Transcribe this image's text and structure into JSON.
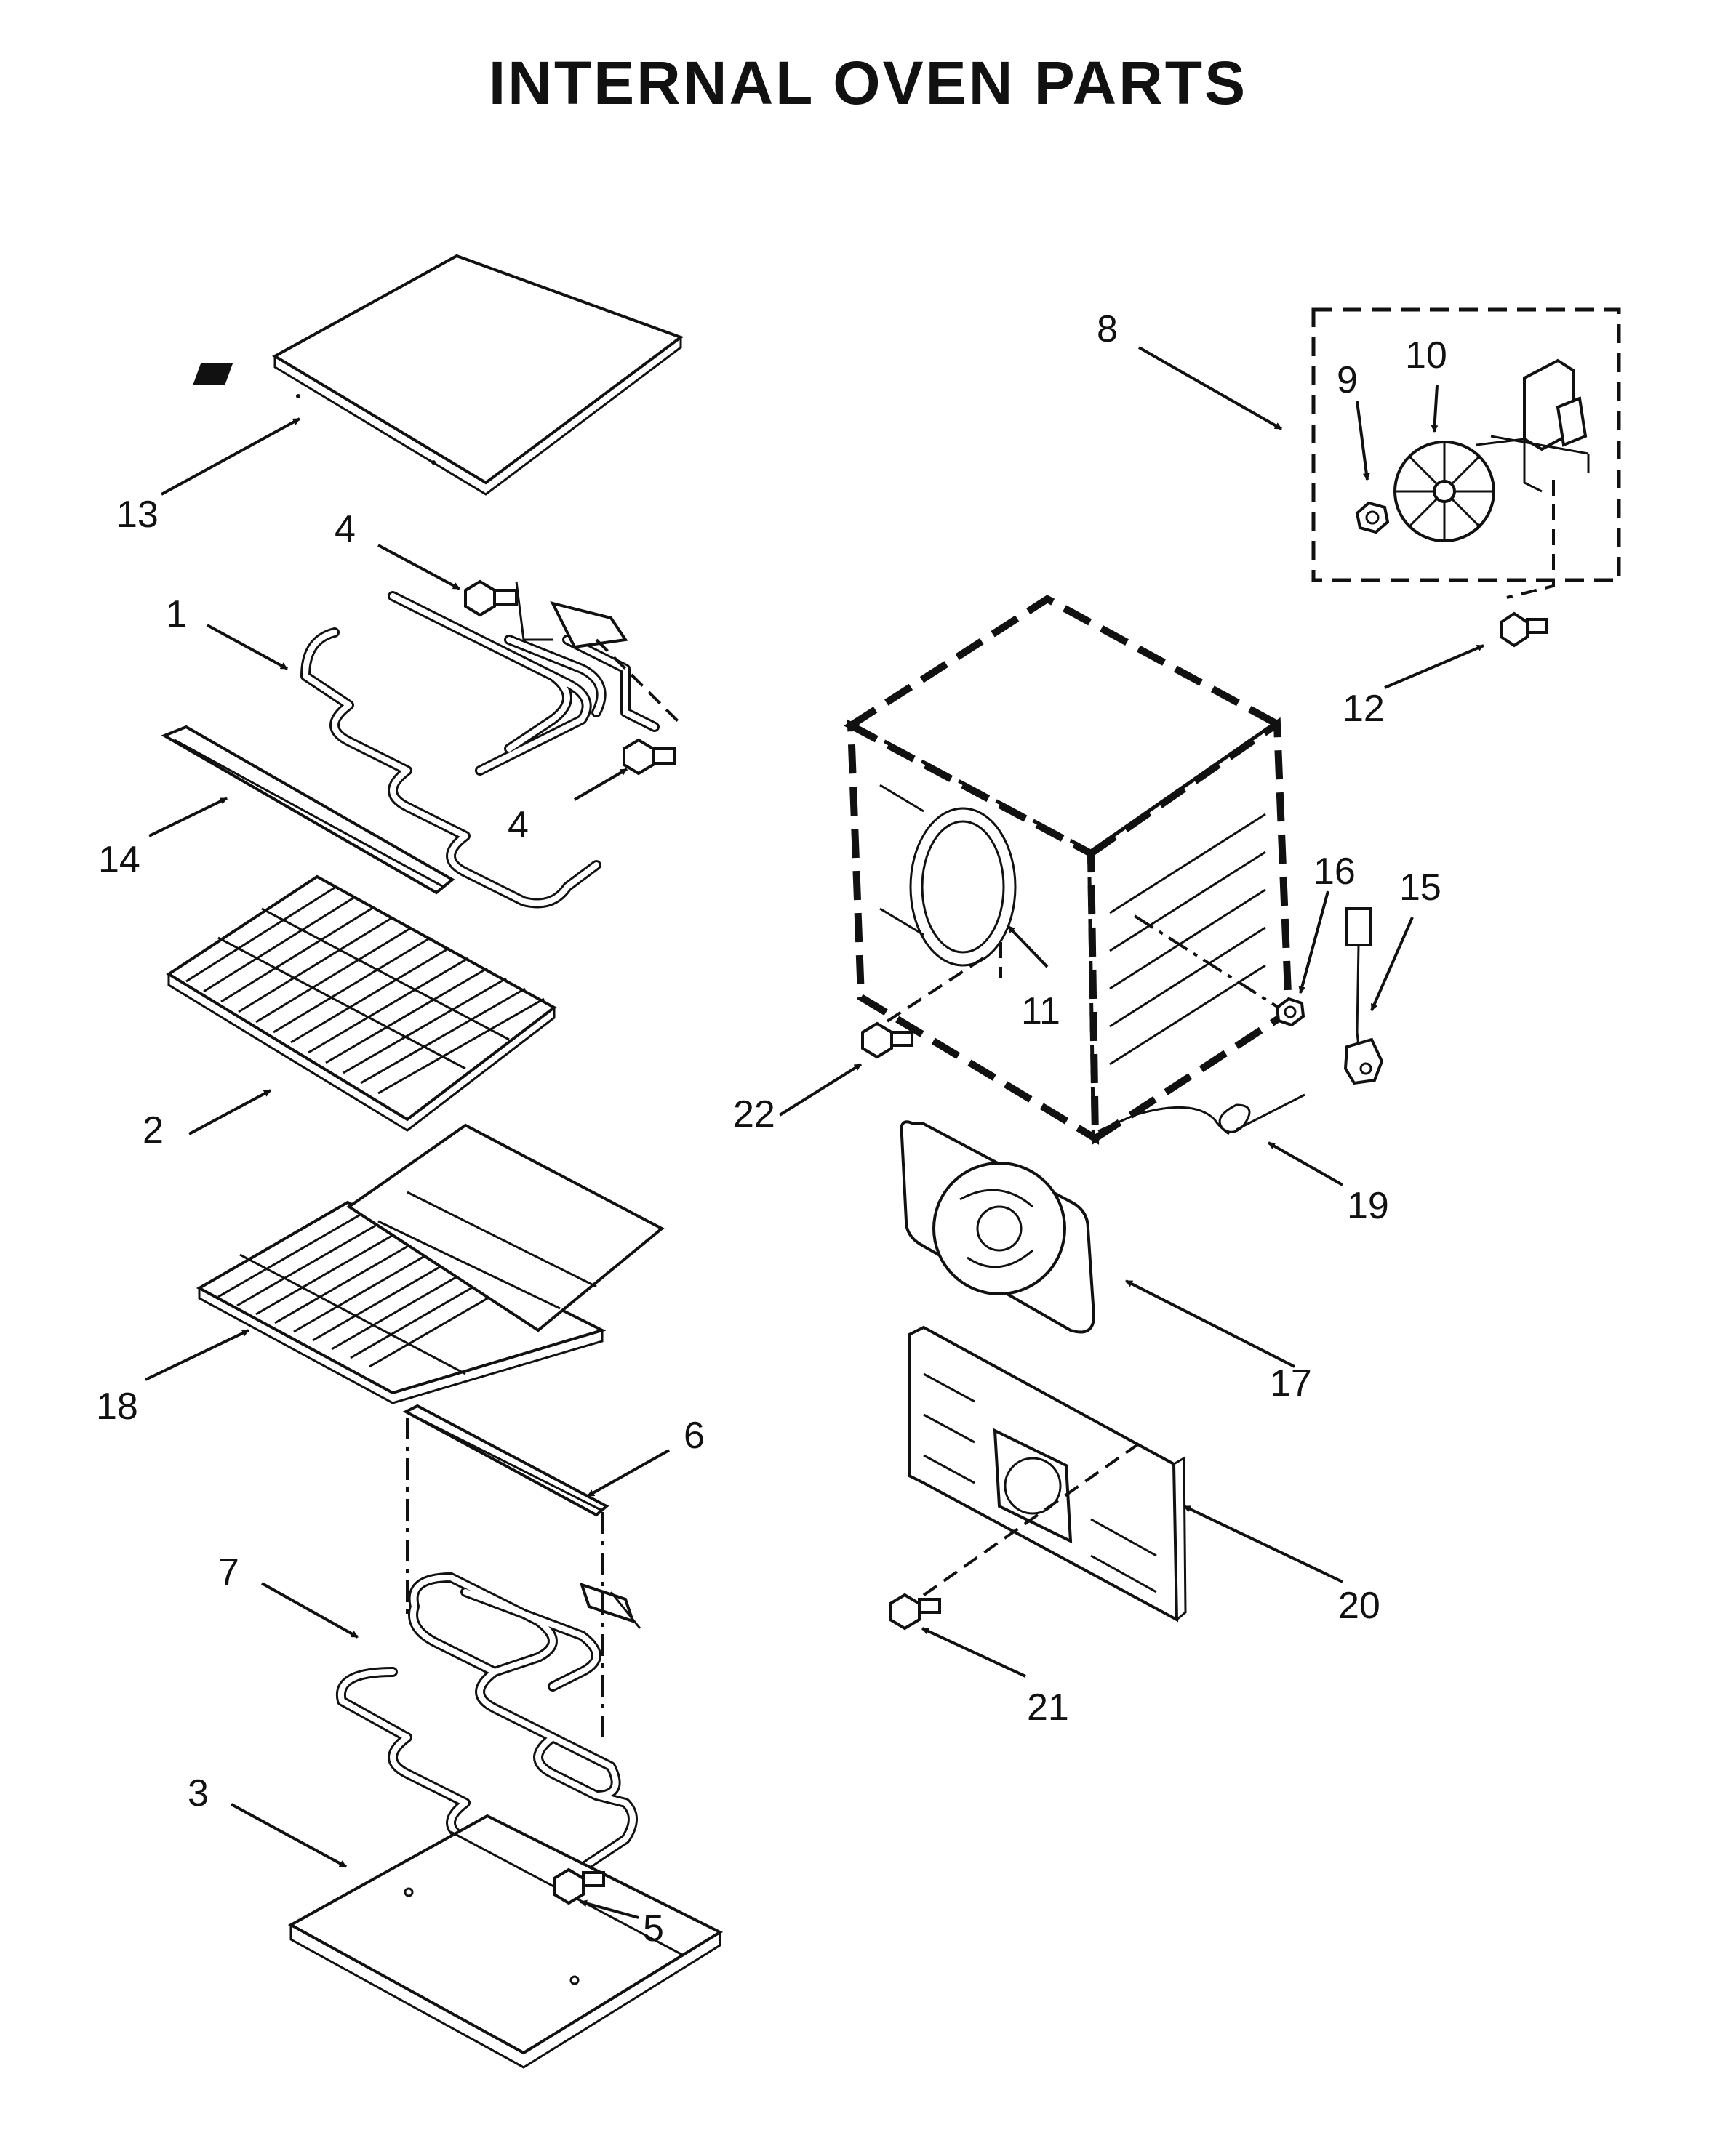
{
  "title": "INTERNAL OVEN PARTS",
  "callouts": {
    "p1": "1",
    "p2": "2",
    "p3": "3",
    "p4a": "4",
    "p4b": "4",
    "p5": "5",
    "p6": "6",
    "p7": "7",
    "p8": "8",
    "p9": "9",
    "p10": "10",
    "p11": "11",
    "p12": "12",
    "p13": "13",
    "p14": "14",
    "p15": "15",
    "p16": "16",
    "p17": "17",
    "p18": "18",
    "p19": "19",
    "p20": "20",
    "p21": "21",
    "p22": "22"
  }
}
